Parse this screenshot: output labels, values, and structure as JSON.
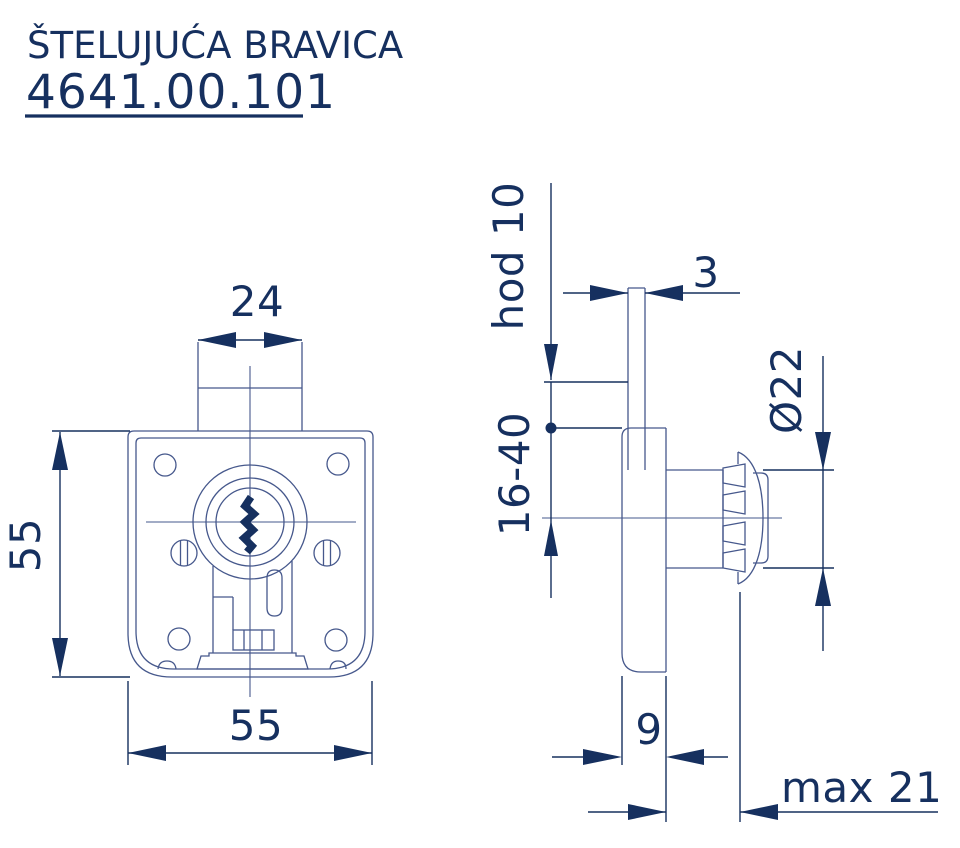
{
  "title_block": {
    "product_name": "ŠTELUJUĆA BRAVICA",
    "product_code": "4641.00.101"
  },
  "colors": {
    "line_color": "#46588C",
    "dimension_color": "#16305F",
    "background": "#FFFFFF"
  },
  "front_view": {
    "dim_housing_width": "24",
    "dim_height": "55",
    "dim_width": "55"
  },
  "side_view": {
    "dim_bolt_stroke": "hod 10",
    "dim_bolt_thickness": "3",
    "dim_cylinder_diameter": "Ø22",
    "dim_adjust_range": "16-40",
    "dim_body_depth": "9",
    "dim_max_reach": "max 21"
  }
}
